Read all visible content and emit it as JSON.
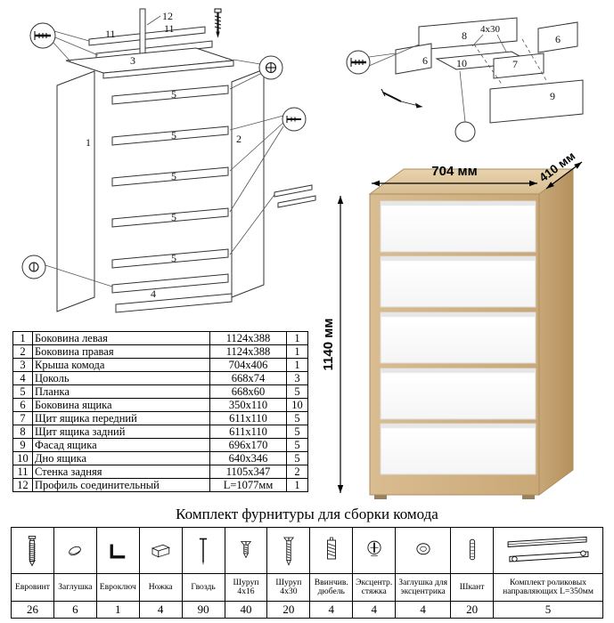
{
  "sheet": {
    "title": "Комплект фурнитуры для сборки комода"
  },
  "chest": {
    "width_label": "704 мм",
    "depth_label": "410 мм",
    "height_label": "1140 мм"
  },
  "left_diagram": {
    "labels": {
      "p1": "1",
      "p2": "2",
      "p3": "3",
      "p4": "4",
      "p5": "5",
      "p11": "11",
      "p12": "12"
    }
  },
  "right_diagram": {
    "labels": {
      "p6": "6",
      "p7": "7",
      "p8": "8",
      "p9": "9",
      "p10": "10"
    },
    "note": "4x30"
  },
  "parts_table": {
    "rows": [
      {
        "num": "1",
        "name": "Боковина левая",
        "size": "1124x388",
        "qty": "1"
      },
      {
        "num": "2",
        "name": "Боковина правая",
        "size": "1124x388",
        "qty": "1"
      },
      {
        "num": "3",
        "name": "Крыша комода",
        "size": "704x406",
        "qty": "1"
      },
      {
        "num": "4",
        "name": "Цоколь",
        "size": "668x74",
        "qty": "3"
      },
      {
        "num": "5",
        "name": "Планка",
        "size": "668x60",
        "qty": "5"
      },
      {
        "num": "6",
        "name": "Боковина ящика",
        "size": "350x110",
        "qty": "10"
      },
      {
        "num": "7",
        "name": "Щит ящика передний",
        "size": "611x110",
        "qty": "5"
      },
      {
        "num": "8",
        "name": "Щит ящика задний",
        "size": "611x110",
        "qty": "5"
      },
      {
        "num": "9",
        "name": "Фасад ящика",
        "size": "696x170",
        "qty": "5"
      },
      {
        "num": "10",
        "name": "Дно ящика",
        "size": "640x346",
        "qty": "5"
      },
      {
        "num": "11",
        "name": "Стенка задняя",
        "size": "1105x347",
        "qty": "2"
      },
      {
        "num": "12",
        "name": "Профиль соединительный",
        "size": "L=1077мм",
        "qty": "1"
      }
    ]
  },
  "hardware": {
    "items": [
      {
        "name": "Евровинт",
        "qty": "26",
        "icon": "euro-screw-icon"
      },
      {
        "name": "Заглушка",
        "qty": "6",
        "icon": "plug-icon"
      },
      {
        "name": "Евроключ",
        "qty": "1",
        "icon": "euro-key-icon"
      },
      {
        "name": "Ножка",
        "qty": "4",
        "icon": "foot-icon"
      },
      {
        "name": "Гвоздь",
        "qty": "90",
        "icon": "nail-icon"
      },
      {
        "name": "Шуруп 4x16",
        "qty": "40",
        "icon": "screw-16-icon"
      },
      {
        "name": "Шуруп 4x30",
        "qty": "20",
        "icon": "screw-30-icon"
      },
      {
        "name": "Ввинчив. дюбель",
        "qty": "4",
        "icon": "dowel-screw-icon"
      },
      {
        "name": "Эксцентр. стяжка",
        "qty": "4",
        "icon": "cam-icon"
      },
      {
        "name": "Заглушка для эксцентрика",
        "qty": "4",
        "icon": "cam-cover-icon"
      },
      {
        "name": "Шкант",
        "qty": "20",
        "icon": "dowel-icon"
      },
      {
        "name": "Комплект роликовых направляющих L=350мм",
        "qty": "5",
        "icon": "rails-icon"
      }
    ]
  }
}
